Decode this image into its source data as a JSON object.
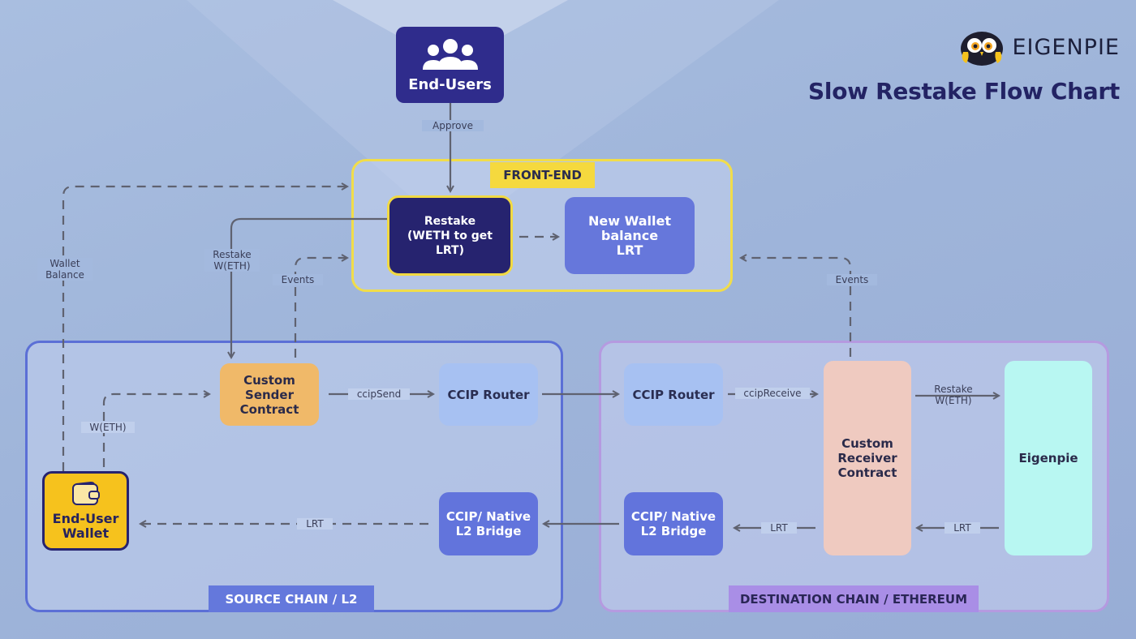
{
  "brand": {
    "name": "EIGENPIE",
    "title": "Slow Restake Flow Chart",
    "logo_icon": "owl-logo-icon"
  },
  "regions": {
    "frontend": "FRONT-END",
    "source": "SOURCE CHAIN / L2",
    "destination": "DESTINATION CHAIN / ETHEREUM"
  },
  "nodes": {
    "end_users": "End-Users",
    "restake": [
      "Restake",
      "(WETH to get",
      "LRT)"
    ],
    "new_wallet": [
      "New Wallet",
      "balance",
      "LRT"
    ],
    "custom_sender": [
      "Custom",
      "Sender",
      "Contract"
    ],
    "ccip_router_source": "CCIP Router",
    "ccip_router_destination": "CCIP Router",
    "custom_receiver": [
      "Custom",
      "Receiver",
      "Contract"
    ],
    "eigenpie": "Eigenpie",
    "bridge_source": [
      "CCIP/ Native",
      "L2 Bridge"
    ],
    "bridge_destination": [
      "CCIP/ Native",
      "L2 Bridge"
    ],
    "end_user_wallet": [
      "End-User",
      "Wallet"
    ]
  },
  "edges": {
    "approve": "Approve",
    "wallet_balance": [
      "Wallet",
      "Balance"
    ],
    "restake_weth": [
      "Restake",
      "W(ETH)"
    ],
    "events_source": "Events",
    "events_destination": "Events",
    "w_eth": "W(ETH)",
    "ccip_send": "ccipSend",
    "ccip_receive": "ccipReceive",
    "restake_weth_dest": [
      "Restake",
      "W(ETH)"
    ],
    "lrt_eigenpie": "LRT",
    "lrt_bridge_dest": "LRT",
    "lrt_wallet": "LRT"
  },
  "colors": {
    "frontend_border": "#f1dd4a",
    "source_border": "#5b6fd6",
    "destination_border": "#b59ae0",
    "arrow": "#5f6270"
  }
}
